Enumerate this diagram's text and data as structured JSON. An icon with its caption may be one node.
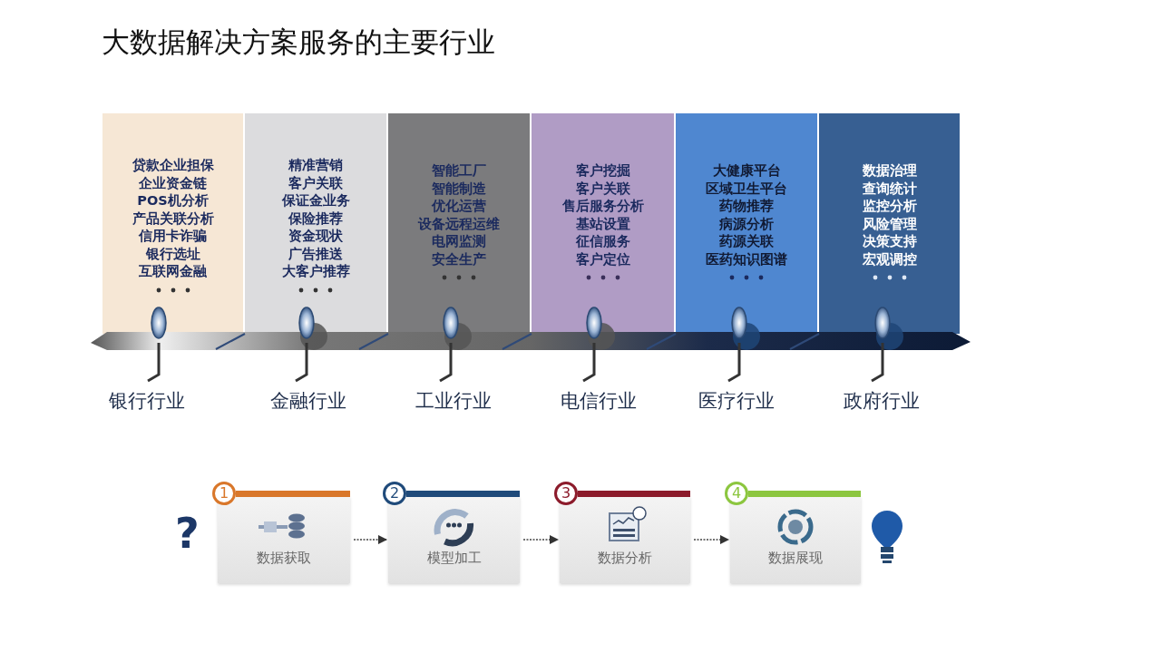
{
  "diagram": {
    "title": "大数据解决方案服务的主要行业",
    "nodes": [
      {
        "text": [
          "贷款企业担保",
          "企业资金链",
          "POS机分析",
          "产品关联分析",
          "信用卡诈骗",
          "银行选址",
          "互联网金融"
        ],
        "beside": [
          "银行行业"
        ]
      },
      {
        "text": [
          "精准营销",
          "客户关联",
          "保证金业务",
          "保险推荐",
          "资金现状",
          "广告推送",
          "大客户推荐"
        ],
        "beside": [
          "金融行业"
        ]
      },
      {
        "text": [
          "智能工厂",
          "智能制造",
          "优化运营",
          "设备远程运维",
          "电网监测",
          "安全生产"
        ],
        "beside": [
          "工业行业"
        ]
      },
      {
        "text": [
          "客户挖掘",
          "客户关联",
          "售后服务分析",
          "基站设置",
          "征信服务",
          "客户定位"
        ],
        "beside": [
          "电信行业"
        ]
      },
      {
        "text": [
          "大健康平台",
          "区域卫生平台",
          "药物推荐",
          "病源分析",
          "药源关联",
          "医药知识图谱"
        ],
        "beside": [
          "医疗行业"
        ]
      },
      {
        "text": [
          "数据治理",
          "查询统计",
          "监控分析",
          "风险管理",
          "决策支持",
          "宏观调控"
        ],
        "beside": [
          "政府行业"
        ]
      },
      {
        "text": [
          "1",
          "数据获取"
        ]
      },
      {
        "text": [
          "2",
          "模型加工"
        ]
      },
      {
        "text": [
          "3",
          "数据分析"
        ]
      },
      {
        "text": [
          "4",
          "数据展现"
        ]
      }
    ],
    "edges": [
      {
        "from": 6,
        "to": 7,
        "arrow": "to",
        "style": "dashed"
      },
      {
        "from": 7,
        "to": 8,
        "arrow": "to",
        "style": "dashed"
      },
      {
        "from": 8,
        "to": 9,
        "arrow": "to",
        "style": "dashed"
      }
    ],
    "labels": [
      "?"
    ]
  }
}
